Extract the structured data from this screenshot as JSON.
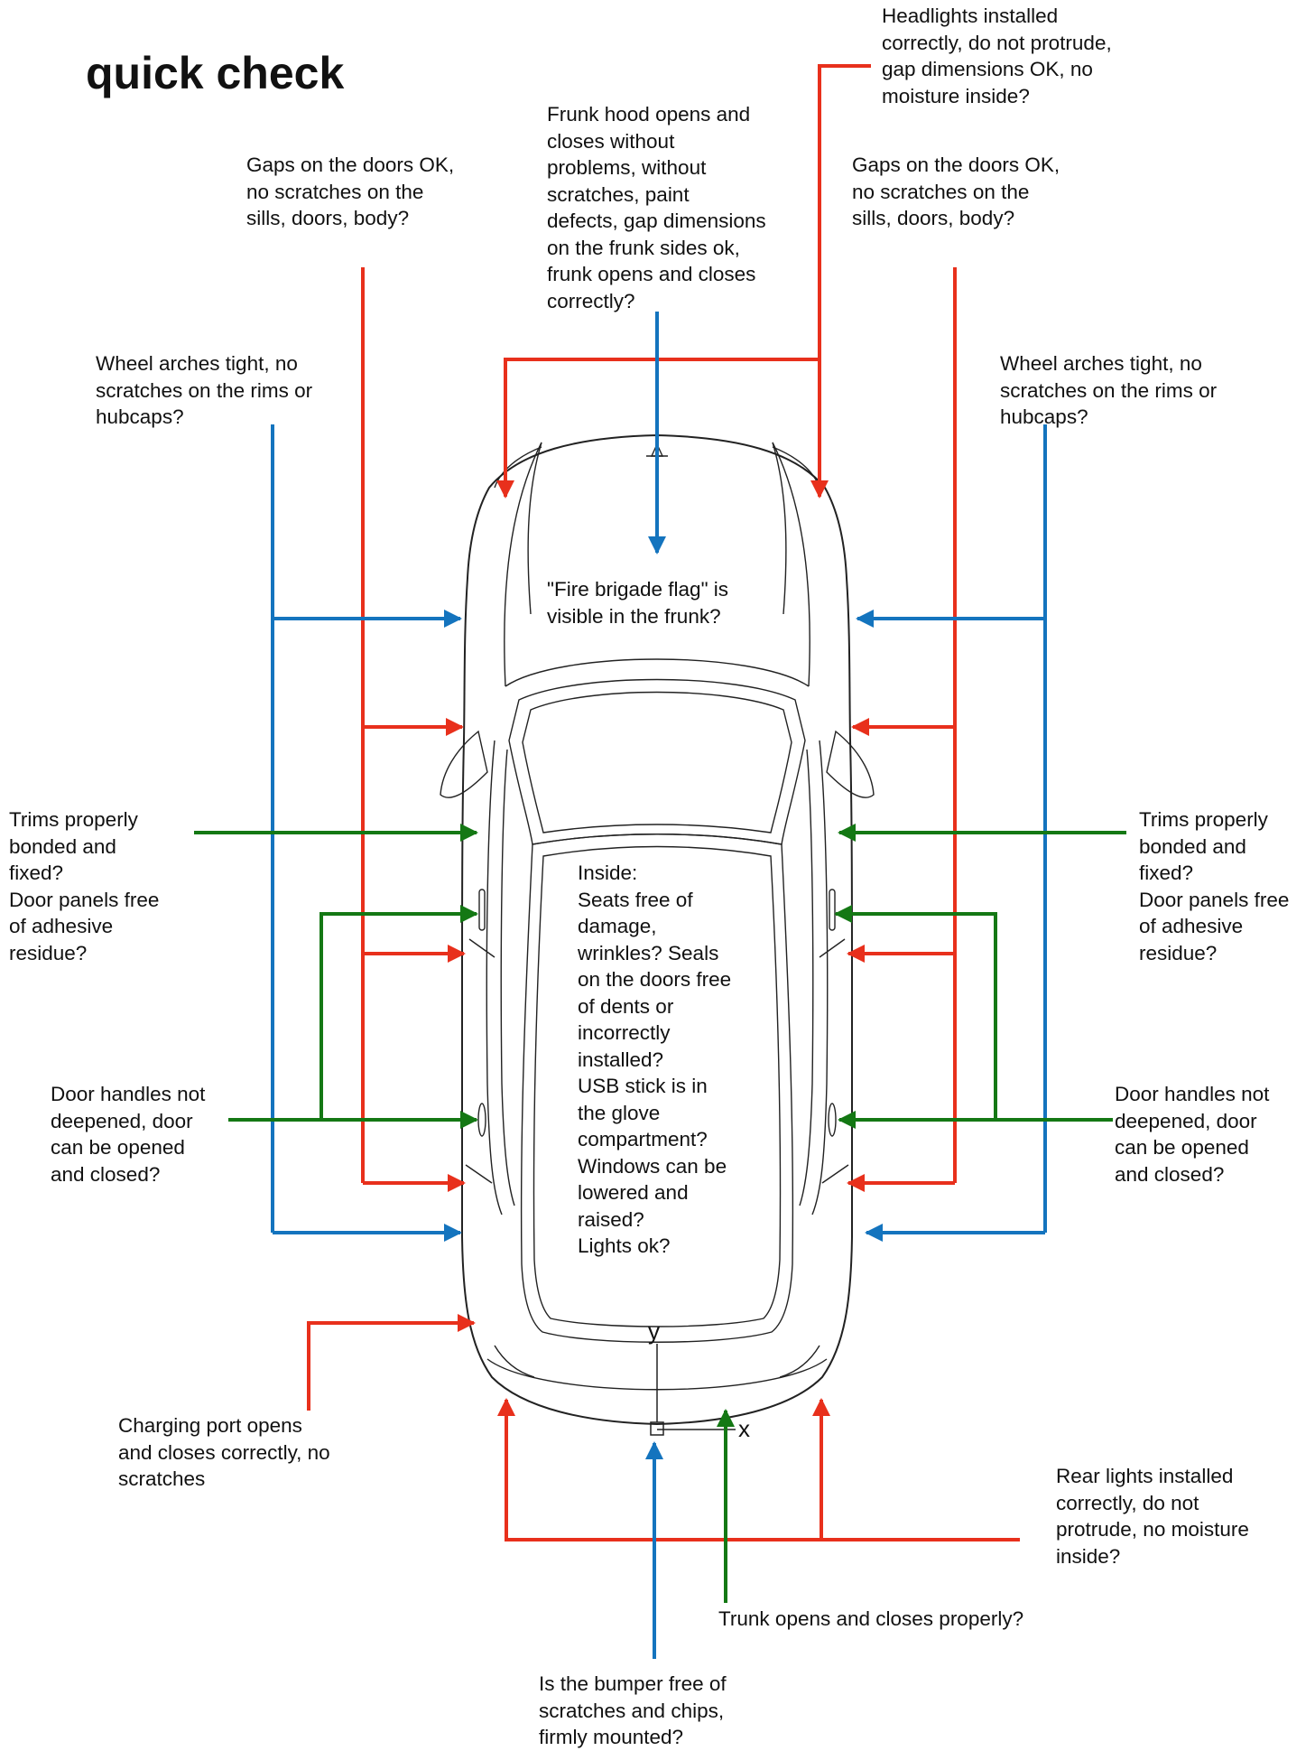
{
  "title": "quick check",
  "colors": {
    "red": "#e8301c",
    "blue": "#1474be",
    "green": "#147814",
    "outline": "#222222"
  },
  "axis_labels": {
    "x": "x",
    "y": "y"
  },
  "notes": {
    "headlights": "Headlights installed\ncorrectly, do not protrude,\ngap dimensions OK, no\nmoisture inside?",
    "frunk": "Frunk hood opens and\ncloses without\nproblems, without\nscratches, paint\ndefects, gap dimensions\non the frunk sides ok,\nfrunk opens and closes\ncorrectly?",
    "gaps_left": "Gaps on the doors OK,\nno scratches on the\nsills, doors, body?",
    "gaps_right": "Gaps on the doors OK,\nno scratches on the\nsills, doors, body?",
    "wheels_left": "Wheel arches tight, no\nscratches on the rims or\nhubcaps?",
    "wheels_right": "Wheel arches tight, no\nscratches on the rims or\nhubcaps?",
    "fire_flag": "\"Fire brigade flag\" is\nvisible in the frunk?",
    "trims_left": "Trims properly\nbonded and\nfixed?\nDoor panels free\nof adhesive\nresidue?",
    "trims_right": "Trims properly\nbonded and\nfixed?\nDoor panels free\nof adhesive\nresidue?",
    "inside": "Inside:\nSeats free of\ndamage,\nwrinkles? Seals\non the doors free\nof dents or\nincorrectly\ninstalled?\nUSB stick is in\nthe glove\ncompartment?\nWindows can be\nlowered and\nraised?\nLights ok?",
    "handles_left": "Door handles not\ndeepened, door\ncan be opened\nand closed?",
    "handles_right": "Door handles not\ndeepened, door\ncan be opened\nand closed?",
    "charging": "Charging port opens\nand closes correctly, no\nscratches",
    "rear_lights": "Rear lights installed\ncorrectly, do not\nprotrude, no moisture\ninside?",
    "trunk": "Trunk opens and closes properly?",
    "bumper": "Is the bumper free of\nscratches and chips,\nfirmly mounted?"
  }
}
